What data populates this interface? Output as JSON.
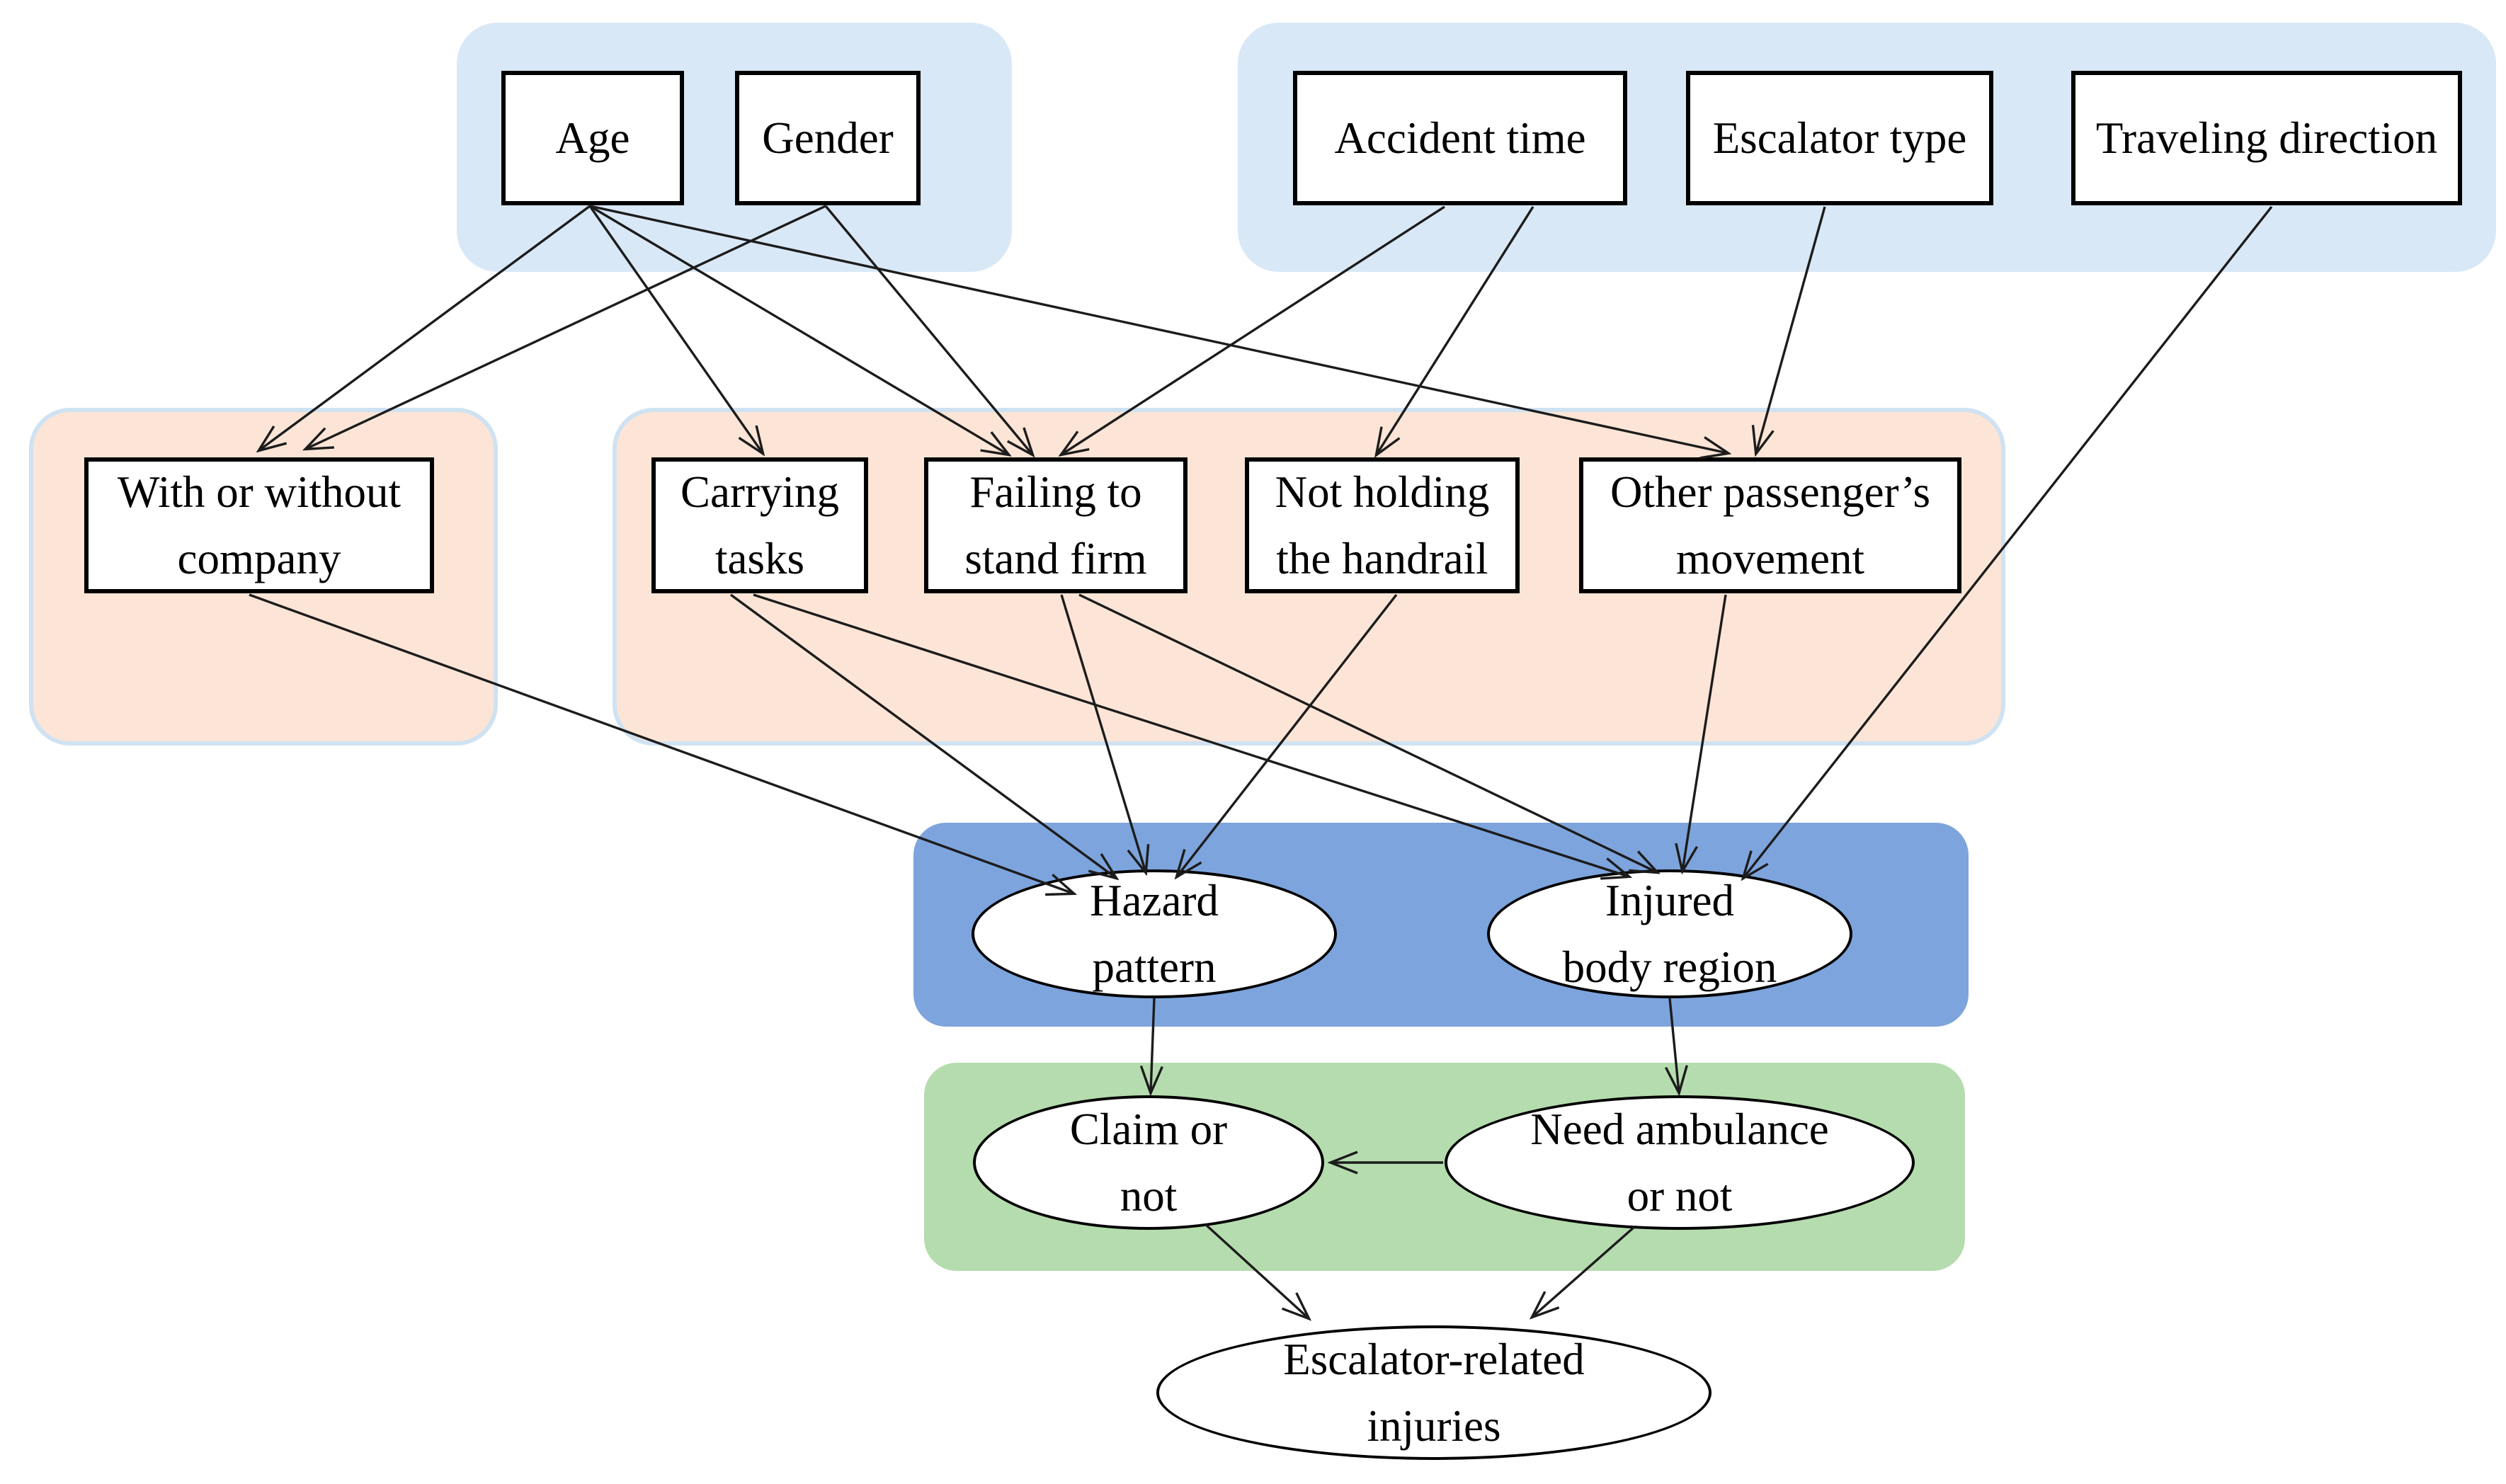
{
  "nodes": {
    "age": {
      "label": "Age"
    },
    "gender": {
      "label": "Gender"
    },
    "accident": {
      "label": "Accident time"
    },
    "escalator": {
      "label": "Escalator type"
    },
    "traveling": {
      "label": "Traveling direction"
    },
    "company": {
      "label": "With or without\ncompany"
    },
    "carrying": {
      "label": "Carrying\ntasks"
    },
    "failing": {
      "label": "Failing to\nstand firm"
    },
    "notholding": {
      "label": "Not holding\nthe handrail"
    },
    "other": {
      "label": "Other passenger’s\nmovement"
    },
    "hazard": {
      "label": "Hazard\npattern"
    },
    "injured": {
      "label": "Injured\nbody region"
    },
    "claim": {
      "label": "Claim or\nnot"
    },
    "ambulance": {
      "label": "Need ambulance\nor not"
    },
    "injuries": {
      "label": "Escalator-related\ninjuries"
    }
  },
  "edges": [
    {
      "from": "age",
      "to": "company"
    },
    {
      "from": "age",
      "to": "carrying"
    },
    {
      "from": "age",
      "to": "failing"
    },
    {
      "from": "age",
      "to": "other"
    },
    {
      "from": "gender",
      "to": "company"
    },
    {
      "from": "gender",
      "to": "failing"
    },
    {
      "from": "accident",
      "to": "failing"
    },
    {
      "from": "accident",
      "to": "notholding"
    },
    {
      "from": "escalator",
      "to": "other"
    },
    {
      "from": "traveling",
      "to": "injured"
    },
    {
      "from": "company",
      "to": "hazard"
    },
    {
      "from": "carrying",
      "to": "hazard"
    },
    {
      "from": "carrying",
      "to": "injured"
    },
    {
      "from": "failing",
      "to": "hazard"
    },
    {
      "from": "failing",
      "to": "injured"
    },
    {
      "from": "notholding",
      "to": "hazard"
    },
    {
      "from": "other",
      "to": "injured"
    },
    {
      "from": "hazard",
      "to": "claim"
    },
    {
      "from": "injured",
      "to": "ambulance"
    },
    {
      "from": "ambulance",
      "to": "claim"
    },
    {
      "from": "claim",
      "to": "injuries"
    },
    {
      "from": "ambulance",
      "to": "injuries"
    }
  ],
  "colors": {
    "group_blue_light": "#d9e8f6",
    "group_peach": "#fce5d6",
    "peach_outline": "#cfe2f2",
    "band_blue": "#7da4dc",
    "band_green": "#b5dcae",
    "node_fill": "#ffffff",
    "node_border": "#000000",
    "arrow": "#1c1c1c"
  }
}
